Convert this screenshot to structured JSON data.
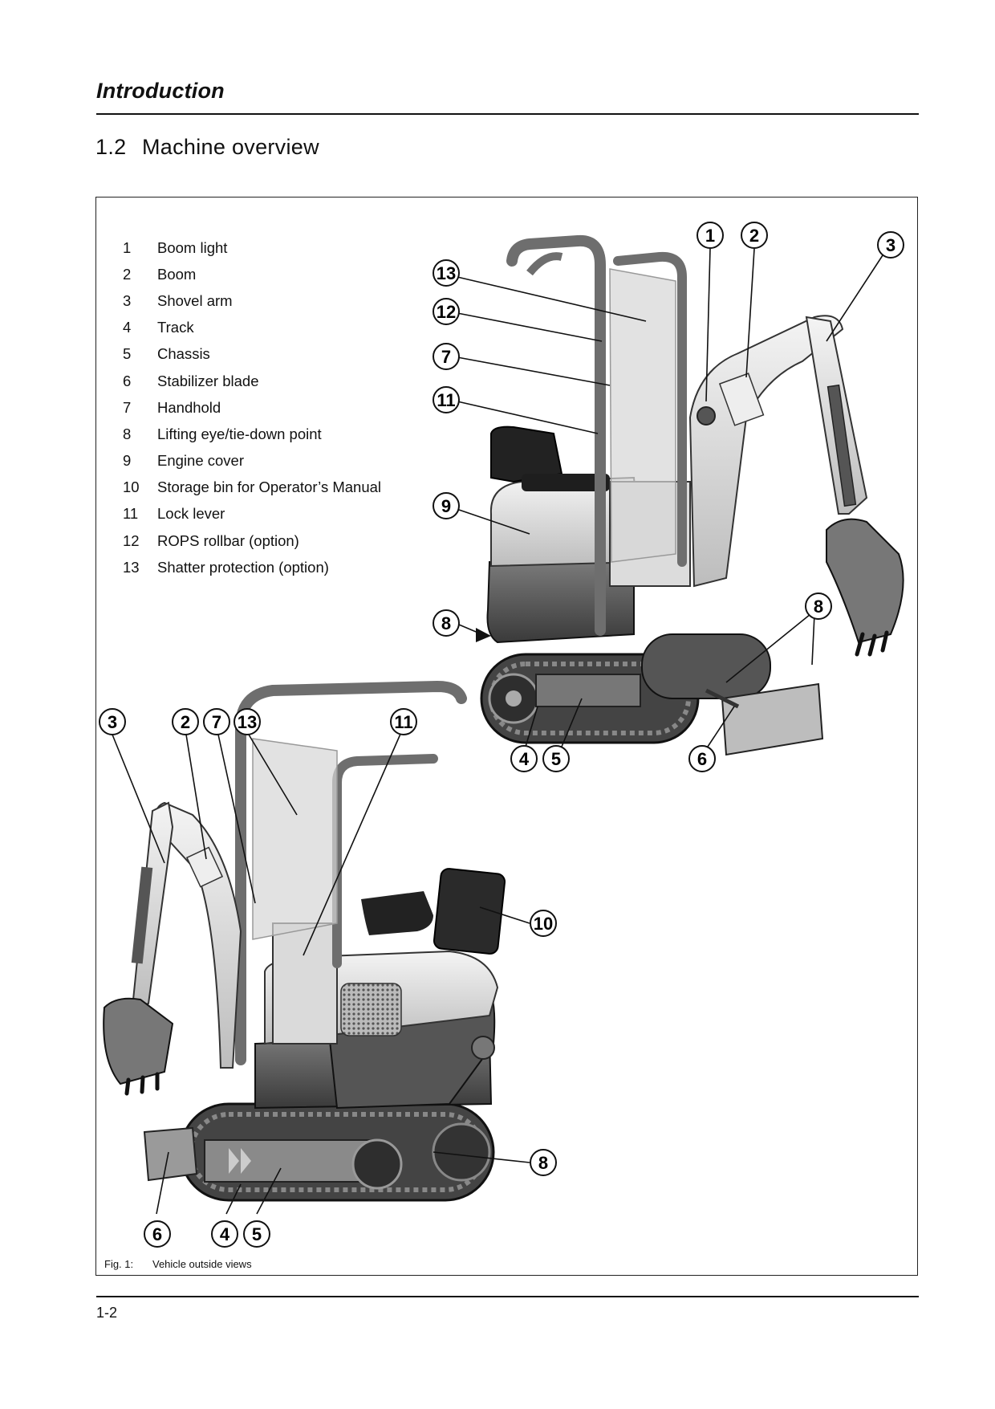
{
  "header": {
    "title": "Introduction"
  },
  "section": {
    "number": "1.2",
    "title": "Machine overview"
  },
  "legend": [
    {
      "num": "1",
      "label": "Boom light"
    },
    {
      "num": "2",
      "label": "Boom"
    },
    {
      "num": "3",
      "label": "Shovel arm"
    },
    {
      "num": "4",
      "label": "Track"
    },
    {
      "num": "5",
      "label": "Chassis"
    },
    {
      "num": "6",
      "label": "Stabilizer blade"
    },
    {
      "num": "7",
      "label": "Handhold"
    },
    {
      "num": "8",
      "label": "Lifting eye/tie-down point"
    },
    {
      "num": "9",
      "label": "Engine cover"
    },
    {
      "num": "10",
      "label": "Storage bin for Operator’s Manual"
    },
    {
      "num": "11",
      "label": "Lock lever"
    },
    {
      "num": "12",
      "label": "ROPS rollbar (option)"
    },
    {
      "num": "13",
      "label": "Shatter protection (option)"
    }
  ],
  "callouts_top_view": [
    "1",
    "2",
    "3",
    "13",
    "12",
    "7",
    "11",
    "9",
    "8",
    "8",
    "4",
    "5",
    "6"
  ],
  "callouts_bottom_view": [
    "3",
    "2",
    "7",
    "13",
    "11",
    "10",
    "8",
    "6",
    "4",
    "5"
  ],
  "caption": {
    "figure": "Fig. 1:",
    "text": "Vehicle outside views"
  },
  "footer": {
    "page_number": "1-2"
  }
}
